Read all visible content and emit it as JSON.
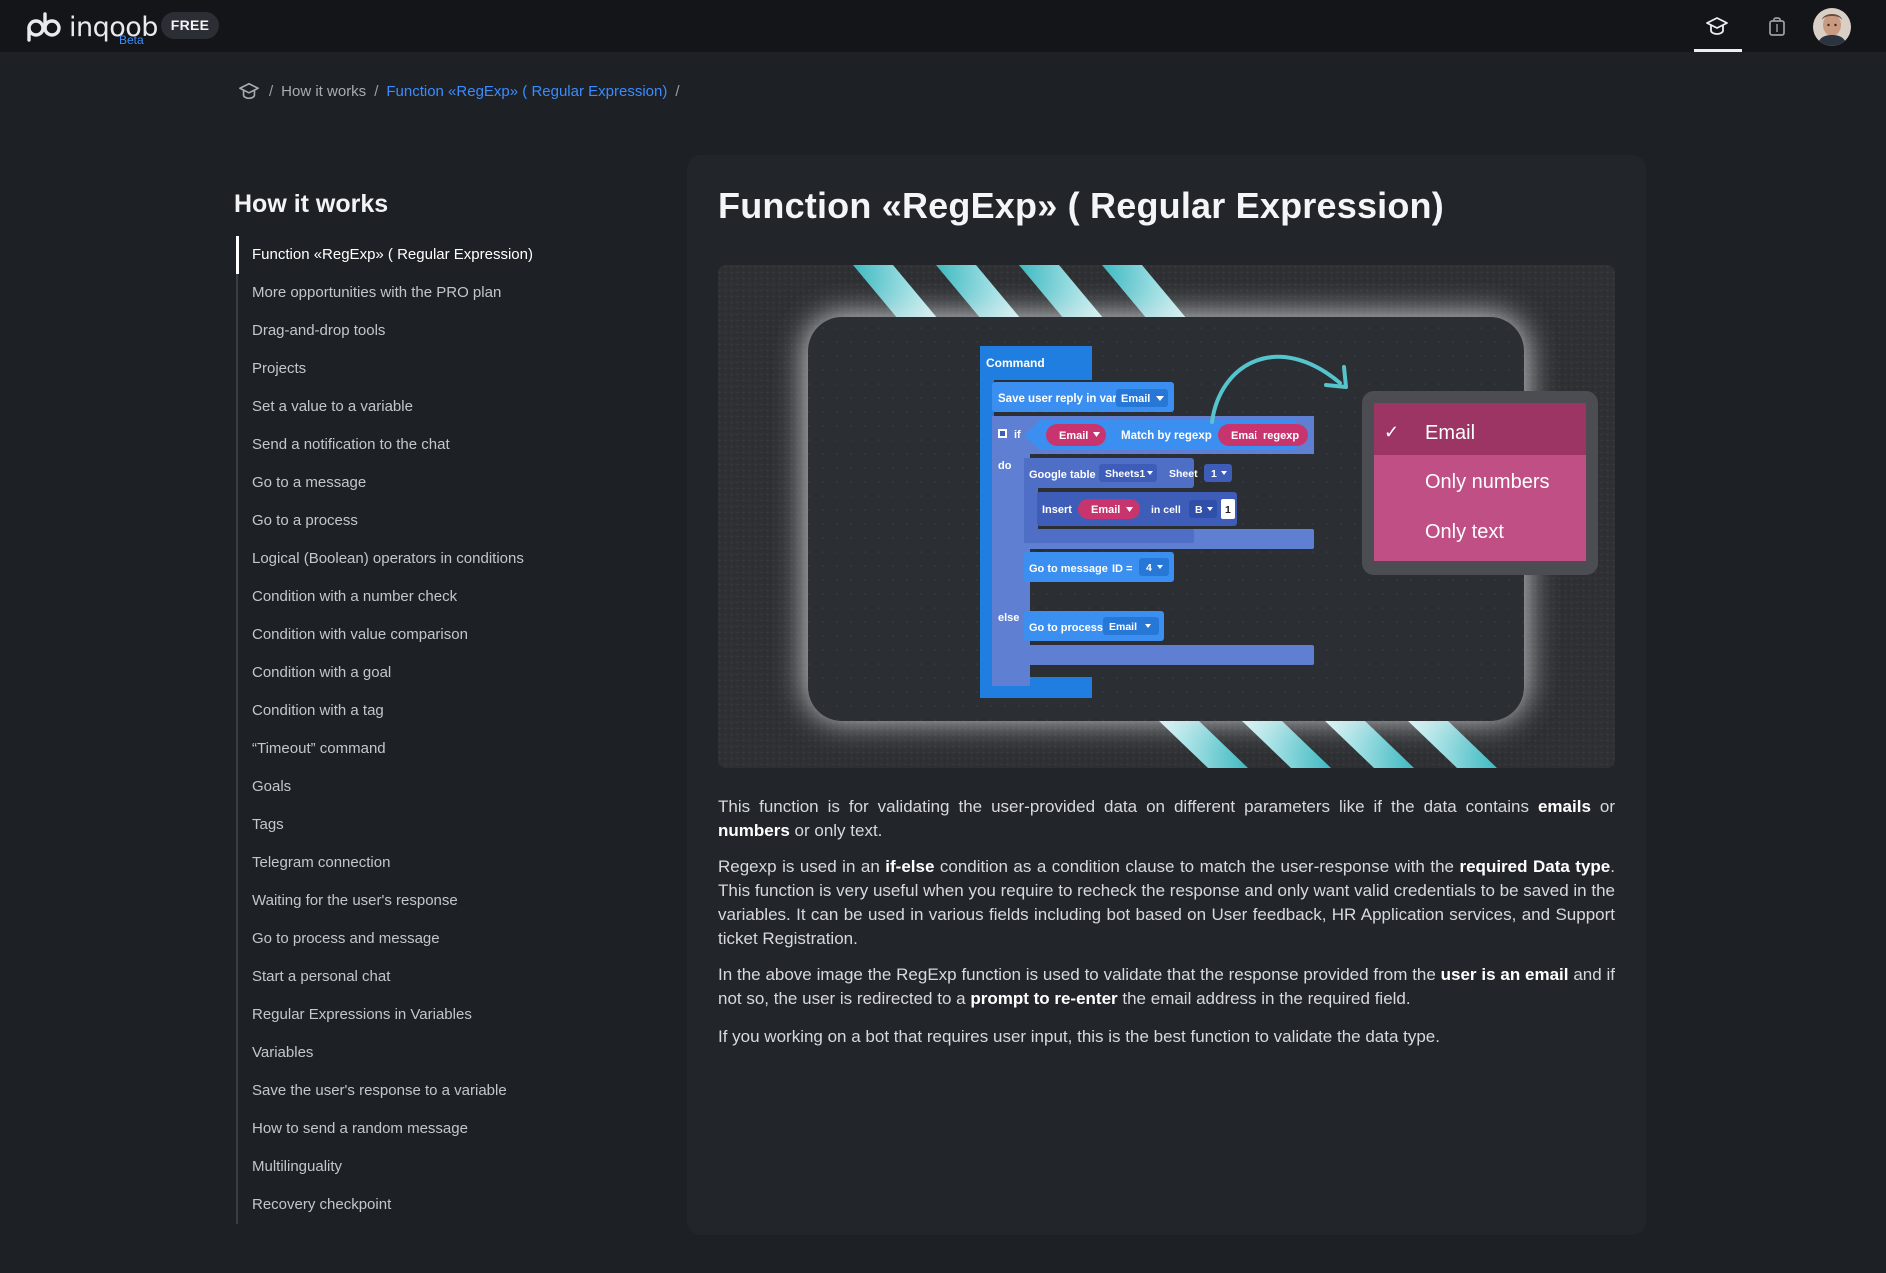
{
  "header": {
    "logo_text": "inqoob",
    "logo_beta": "Beta",
    "plan_badge": "FREE",
    "icons": [
      "education-icon",
      "shopping-bag-icon"
    ],
    "accent_color": "#3b8cff"
  },
  "breadcrumb": {
    "home_icon": "education-icon",
    "items": [
      "How it works",
      "Function «RegExp» ( Regular Expression)"
    ],
    "separator": "/"
  },
  "sidebar": {
    "title": "How it works",
    "items": [
      "Function «RegExp» ( Regular Expression)",
      "More opportunities with the PRO plan",
      "Drag-and-drop tools",
      "Projects",
      "Set a value to a variable",
      "Send a notification to the chat",
      "Go to a message",
      "Go to a process",
      "Logical (Boolean) operators in conditions",
      "Condition with a number check",
      "Condition with value comparison",
      "Condition with a goal",
      "Condition with a tag",
      "“Timeout” command",
      "Goals",
      "Tags",
      "Telegram connection",
      "Waiting for the user's response",
      "Go to process and message",
      "Start a personal chat",
      "Regular Expressions in Variables",
      "Variables",
      "Save the user's response to a variable",
      "How to send a random message",
      "Multilinguality",
      "Recovery checkpoint"
    ],
    "active_index": 0
  },
  "article": {
    "title": "Function «RegExp» ( Regular Expression)",
    "hero": {
      "blocks": {
        "command": "Command",
        "save_reply": "Save user reply in var",
        "var_email": "Email",
        "if": "if",
        "match": "Match by regexp",
        "regexp": "regexp",
        "do": "do",
        "google_table": "Google table",
        "sheets1": "Sheets1",
        "sheet": "Sheet",
        "sheet_num": "1",
        "insert": "Insert",
        "in_cell": "in cell",
        "cell_col": "B",
        "cell_row": "1",
        "go_message": "Go to message",
        "id_eq": "ID =",
        "msg_id": "4",
        "else": "else",
        "go_process": "Go to process"
      },
      "dropdown": {
        "options": [
          "Email",
          "Only numbers",
          "Only text"
        ],
        "selected_index": 0
      }
    },
    "paragraphs": {
      "p1": {
        "a": "This function is for validating the user-provided data on different parameters like if the data contains ",
        "b1": "emails",
        "c": " or ",
        "b2": "numbers",
        "d": " or only text."
      },
      "p2": {
        "a": "Regexp is used in an ",
        "b1": "if-else",
        "c": " condition as a condition clause to match the user-response with the ",
        "b2": "required Data type",
        "d": ". This function is very useful when you require to recheck the response and only want valid credentials to be saved in the variables. It can be used in various fields including bot based on User feedback, HR Application services, and Support ticket Registration."
      },
      "p3": {
        "a": "In the above image the RegExp function is used to validate that the response provided from the ",
        "b1": "user is an email",
        "c": " and if not so, the user is redirected to a ",
        "b2": "prompt to re-enter",
        "d": " the email address in the required field."
      },
      "p4": "If you working on a bot that requires user input, this is the best function to validate the data type."
    }
  }
}
